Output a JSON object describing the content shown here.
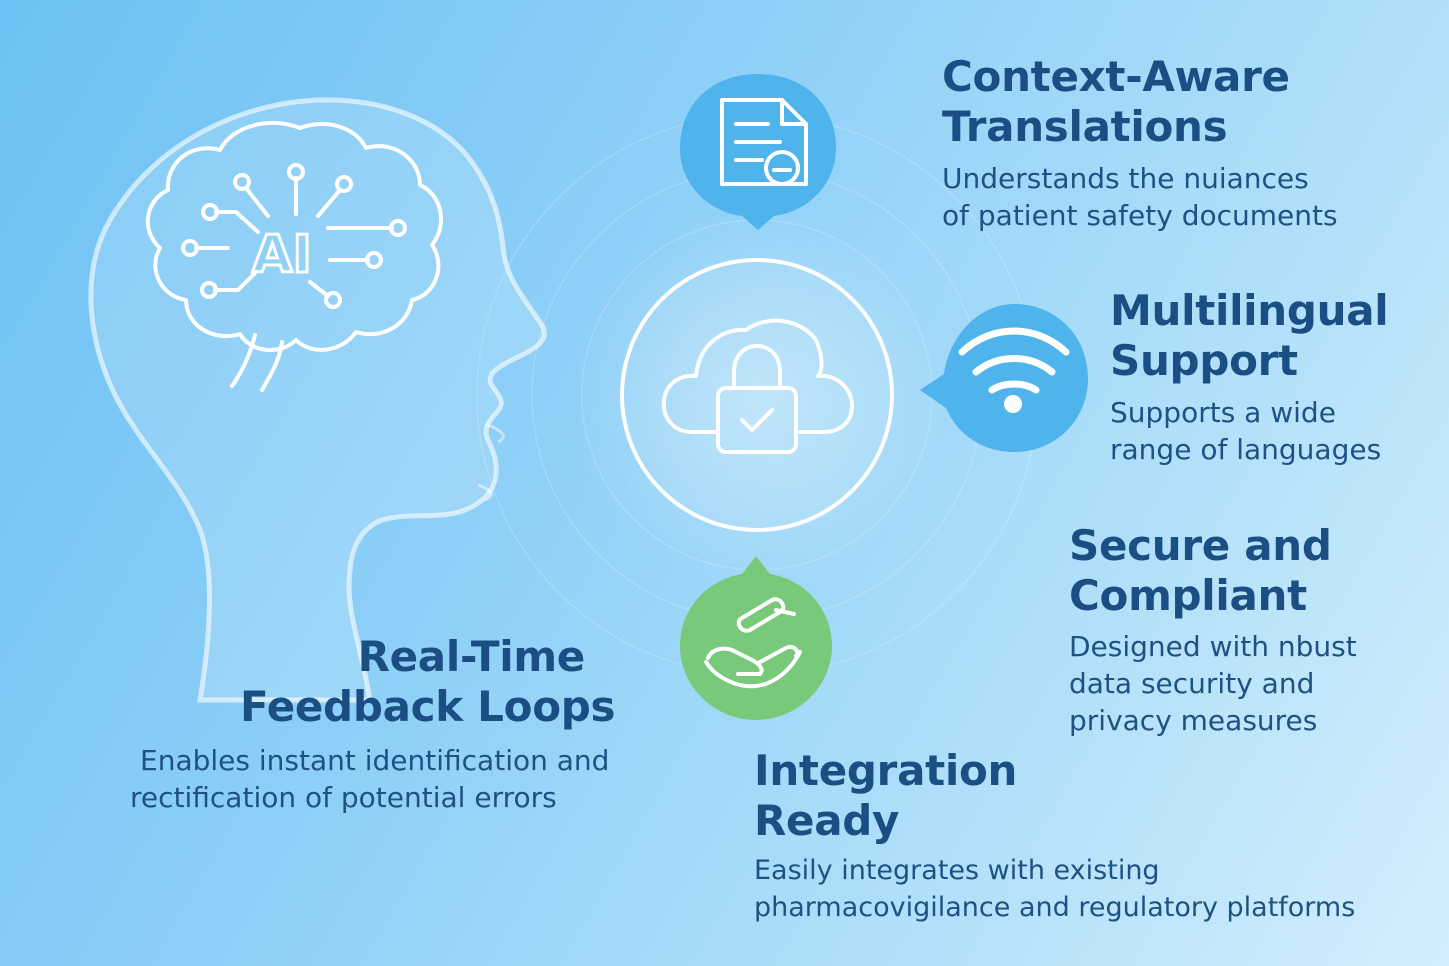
{
  "center_graphic": {
    "head_label": "AI",
    "hub_icon": "cloud-lock-check-icon"
  },
  "features": {
    "context_aware": {
      "title_lines": [
        "Context-Aware",
        "Translations"
      ],
      "desc_lines": [
        "Understands the nuiances",
        "of patient safety documents"
      ],
      "icon": "document-chat-icon",
      "color": "#4fb3ec"
    },
    "multilingual": {
      "title_lines": [
        "Multilingual",
        "Support"
      ],
      "desc_lines": [
        "Supports a wide",
        "range of languages"
      ],
      "icon": "wifi-signal-icon",
      "color": "#4fb3ec"
    },
    "secure": {
      "title_lines": [
        "Secure and",
        "Compliant"
      ],
      "desc_lines": [
        "Designed with nbust",
        "data security and",
        "privacy measures"
      ]
    },
    "integration": {
      "title_lines": [
        "Integration",
        "Ready"
      ],
      "desc_lines": [
        "Easily integrates with existing",
        "pharmacovigilance and regulatory platforms"
      ],
      "icon": "hand-receiving-pill-icon",
      "color": "#79c97a"
    },
    "feedback": {
      "title_lines": [
        "Real-Time",
        "Feedback Loops"
      ],
      "desc_lines": [
        "Enables instant identification and",
        "rectification of potential errors"
      ]
    }
  },
  "colors": {
    "title": "#1b4f84",
    "text": "#1e5283",
    "line": "#ffffff"
  }
}
